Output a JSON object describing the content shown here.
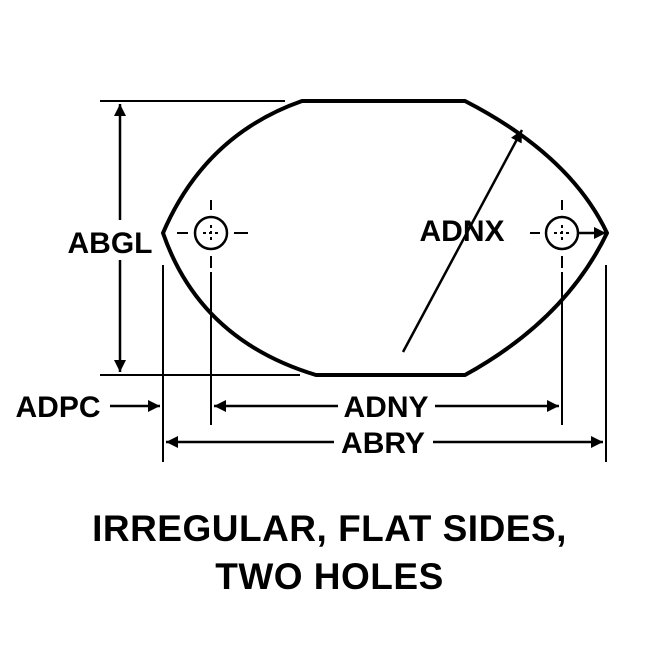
{
  "dimensions": {
    "height_label": "ABGL",
    "radius_label": "ADNX",
    "edge_offset_label": "ADPC",
    "hole_spacing_label": "ADNY",
    "overall_length_label": "ABRY"
  },
  "caption": {
    "line1": "IRREGULAR, FLAT SIDES,",
    "line2": "TWO HOLES"
  },
  "colors": {
    "ink": "#000000",
    "background": "#ffffff"
  }
}
